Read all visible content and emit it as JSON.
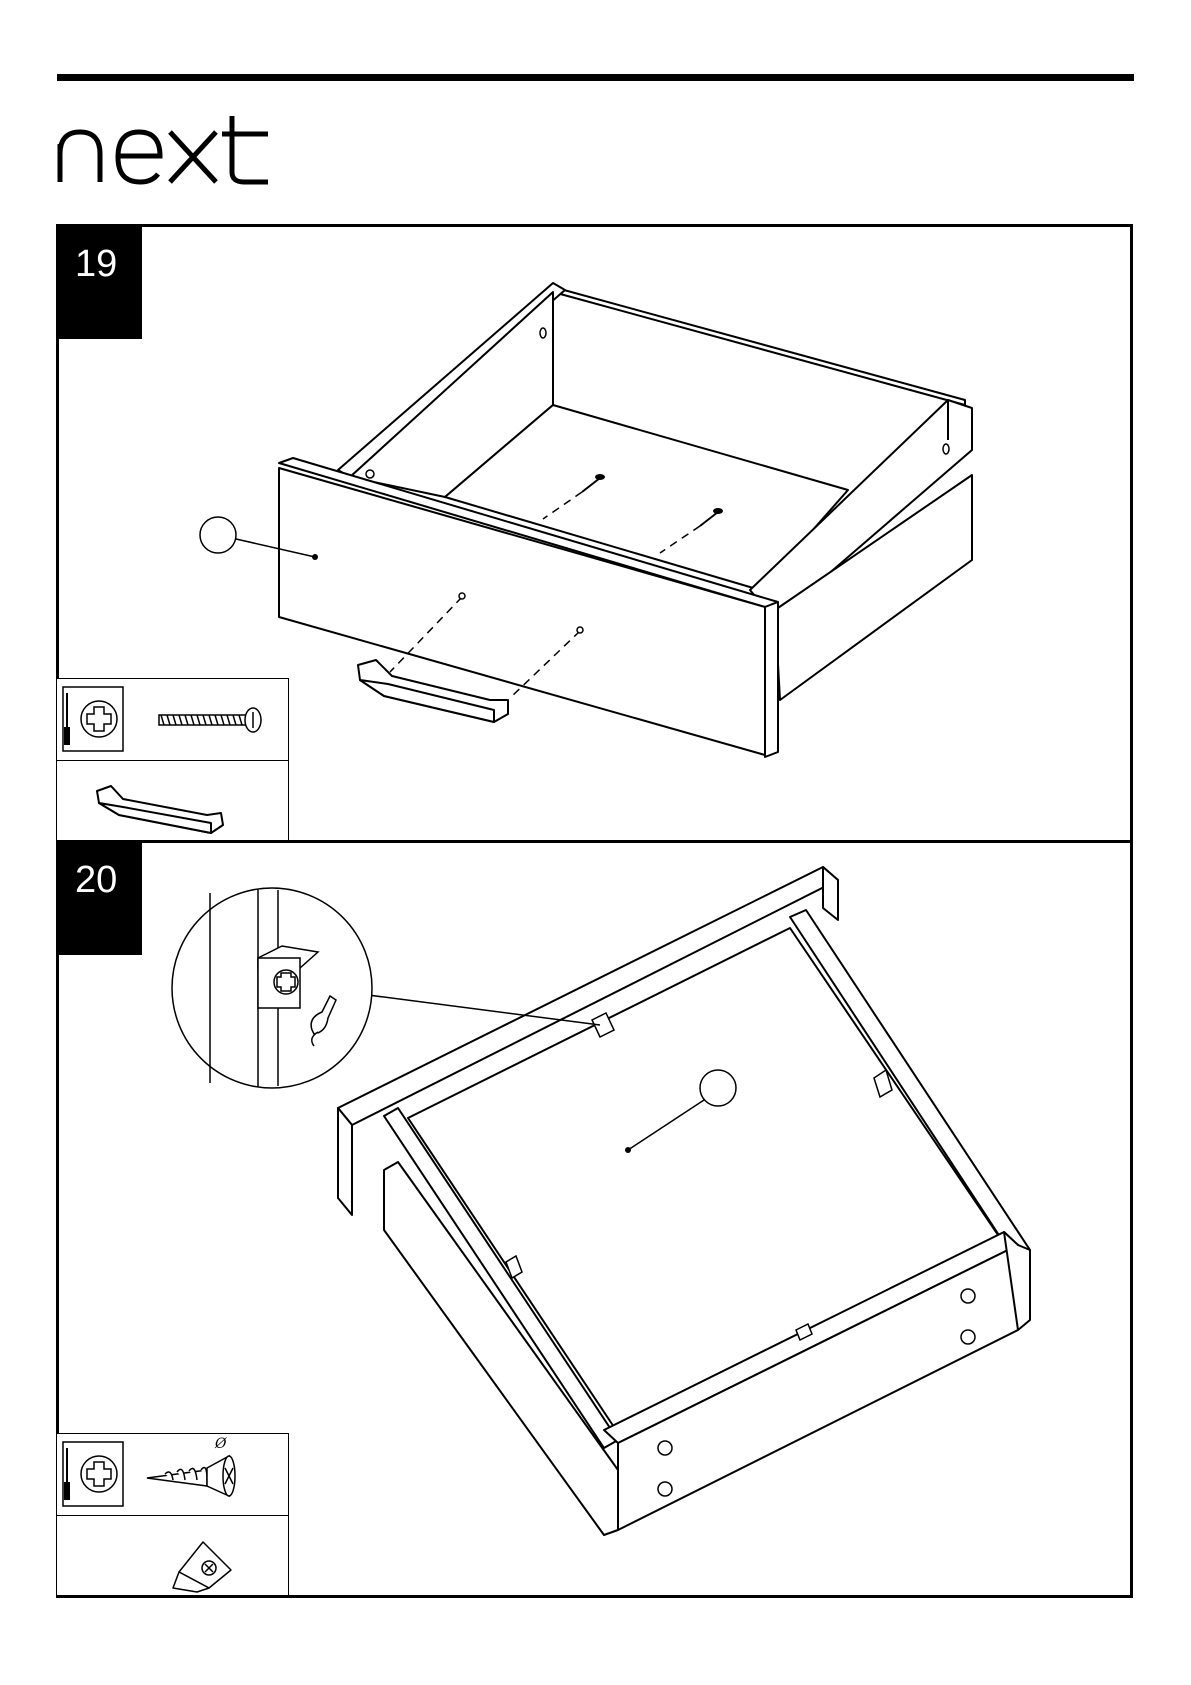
{
  "brand": {
    "logo_text": "next"
  },
  "steps": [
    {
      "number": "19"
    },
    {
      "number": "20"
    }
  ],
  "fittings": {
    "screw_diameter_symbol": "Ø"
  }
}
